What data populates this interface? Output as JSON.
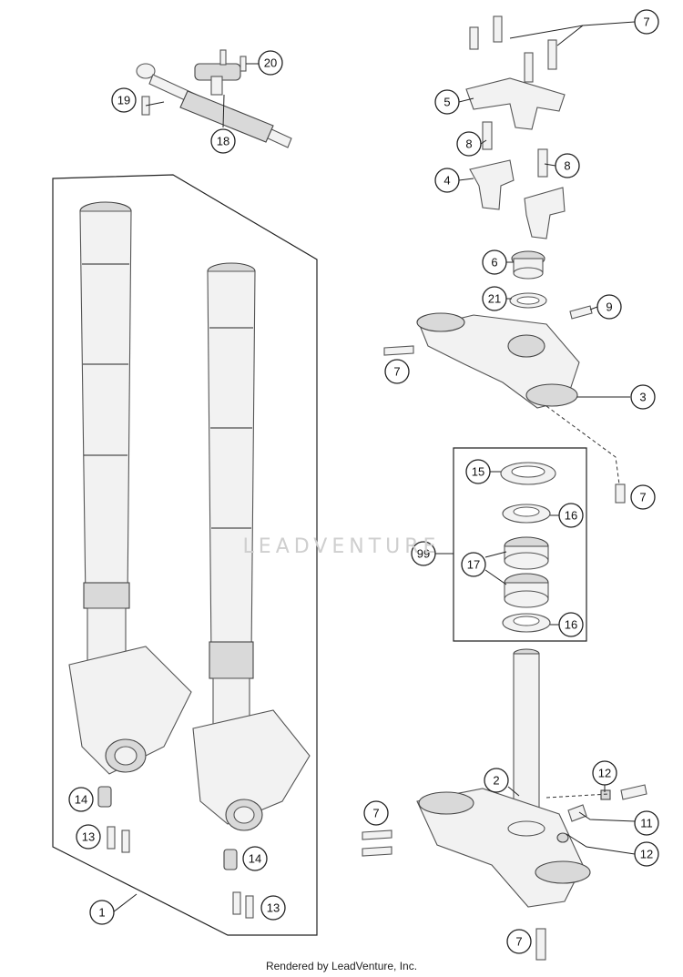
{
  "callouts": {
    "c1": "1",
    "c2": "2",
    "c3": "3",
    "c4": "4",
    "c5": "5",
    "c6": "6",
    "c7": "7",
    "c8": "8",
    "c9": "9",
    "c11": "11",
    "c12": "12",
    "c13": "13",
    "c14": "14",
    "c15": "15",
    "c16": "16",
    "c17": "17",
    "c18": "18",
    "c19": "19",
    "c20": "20",
    "c21": "21",
    "c99": "99"
  },
  "watermark": "LEADVENTURE",
  "footer": "Rendered by LeadVenture, Inc."
}
